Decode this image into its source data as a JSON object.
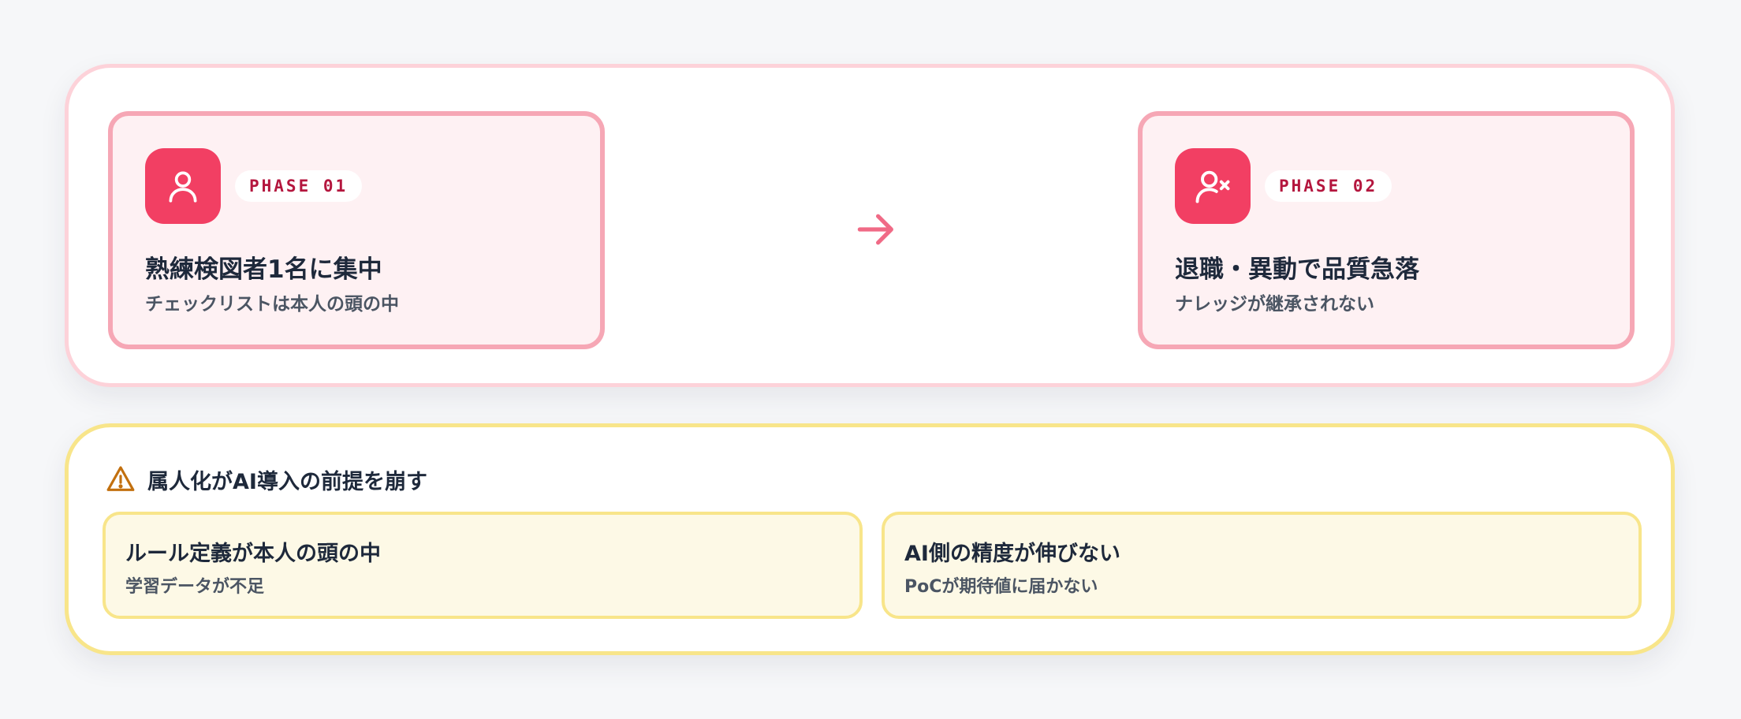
{
  "phases": [
    {
      "badge": "PHASE 01",
      "title": "熟練検図者1名に集中",
      "subtitle": "チェックリストは本人の頭の中",
      "icon": "user-icon"
    },
    {
      "badge": "PHASE 02",
      "title": "退職・異動で品質急落",
      "subtitle": "ナレッジが継承されない",
      "icon": "user-remove-icon"
    }
  ],
  "transition_icon": "arrow-right-icon",
  "warning": {
    "icon": "warning-icon",
    "title": "属人化がAI導入の前提を崩す",
    "items": [
      {
        "title": "ルール定義が本人の頭の中",
        "desc": "学習データが不足"
      },
      {
        "title": "AI側の精度が伸びない",
        "desc": "PoCが期待値に届かない"
      }
    ]
  },
  "colors": {
    "accent": "#f23f63",
    "phase_border": "#f6a7b5",
    "phase_bg": "#fef1f3",
    "warning_border": "#f8e58a",
    "warning_bg": "#fdf9e6",
    "warning_icon": "#c2700f"
  }
}
